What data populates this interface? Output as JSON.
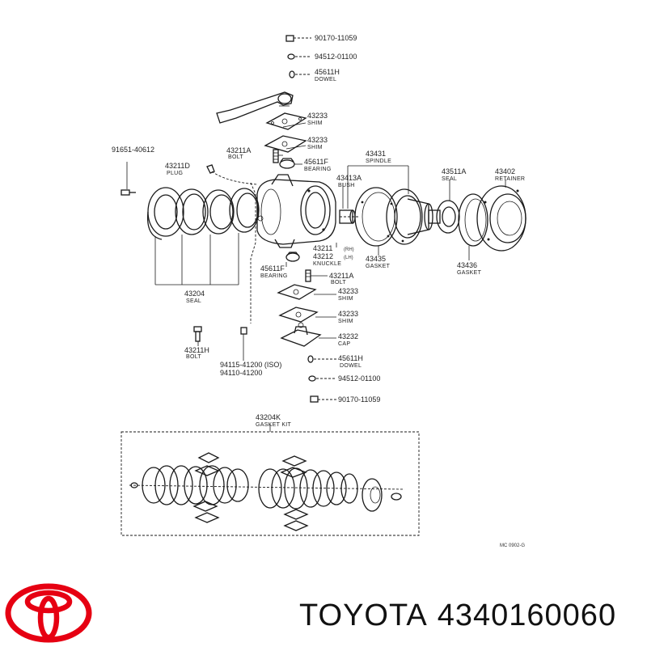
{
  "labels": {
    "p9017011059_top": "90170-11059",
    "p9451201100_top": "94512-01100",
    "p45611H_top": "45611H",
    "dowel_top": "DOWEL",
    "p43233_a": "43233",
    "shim_a": "SHIM",
    "p43233_b": "43233",
    "shim_b": "SHIM",
    "p43211A_top": "43211A",
    "bolt_top": "BOLT",
    "p45611F_top": "45611F",
    "bearing_top": "BEARING",
    "p9165140612": "91651-40612",
    "p43211D": "43211D",
    "plug": "PLUG",
    "p43431": "43431",
    "spindle": "SPINDLE",
    "p43413A": "43413A",
    "bush": "BUSH",
    "p43511A": "43511A",
    "seal_r": "SEAL",
    "p43402": "43402",
    "retainer": "RETAINER",
    "p43211_rh": "43211",
    "rh": "(RH)",
    "p43212_lh": "43212",
    "lh": "(LH)",
    "knuckle": "KNUCKLE",
    "p43435": "43435",
    "gasket_m": "GASKET",
    "p43436": "43436",
    "gasket_r": "GASKET",
    "p45611F_bot": "45611F",
    "bearing_bot": "BEARING",
    "p43211A_bot": "43211A",
    "bolt_bot": "BOLT",
    "p43204": "43204",
    "seal_l": "SEAL",
    "p43233_c": "43233",
    "shim_c": "SHIM",
    "p43233_d": "43233",
    "shim_d": "SHIM",
    "p43232": "43232",
    "cap": "CAP",
    "p43211H": "43211H",
    "bolt_h": "BOLT",
    "p9411541200": "94115-41200 (ISO)",
    "p9411041200": "94110-41200",
    "p45611H_bot": "45611H",
    "dowel_bot": "DOWEL",
    "p9451201100_bot": "94512-01100",
    "p9017011059_bot": "90170-11059",
    "p43204K": "43204K",
    "gasket_kit": "GASKET KIT",
    "ref_code": "MC 0902-G"
  },
  "footer": {
    "brand": "TOYOTA",
    "part_number": "4340160060"
  },
  "colors": {
    "logo_red": "#e60012",
    "ink": "#1a1a1a"
  },
  "icons": {
    "logo": "toyota-logo-icon"
  }
}
